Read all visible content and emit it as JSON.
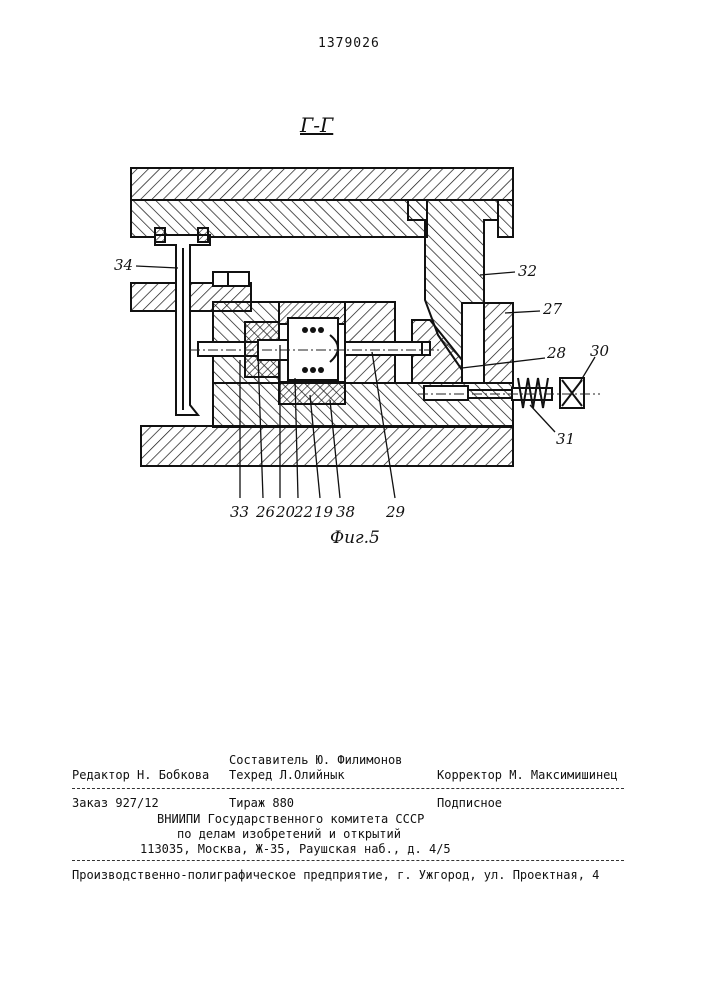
{
  "patent_number": "1379026",
  "section_label": "Г-Г",
  "figure_caption": "Фиг.5",
  "part_labels": {
    "p34": "34",
    "p32": "32",
    "p27": "27",
    "p28": "28",
    "p30": "30",
    "p31": "31",
    "p33": "33",
    "p26": "26",
    "p20": "20",
    "p22": "22",
    "p19": "19",
    "p38": "38",
    "p29": "29"
  },
  "colophon": {
    "compiler": "Составитель Ю. Филимонов",
    "editor": "Редактор Н. Бобкова",
    "techred": "Техред Л.Олийнык",
    "corrector": "Корректор М. Максимишинец",
    "order": "Заказ 927/12",
    "circulation": "Тираж 880",
    "subscription": "Подписное",
    "org_line1": "ВНИИПИ Государственного комитета СССР",
    "org_line2": "по делам изобретений и открытий",
    "address": "113035, Москва, Ж-35, Раушская наб., д. 4/5",
    "printer": "Производственно-полиграфическое предприятие, г. Ужгород, ул. Проектная, 4"
  }
}
